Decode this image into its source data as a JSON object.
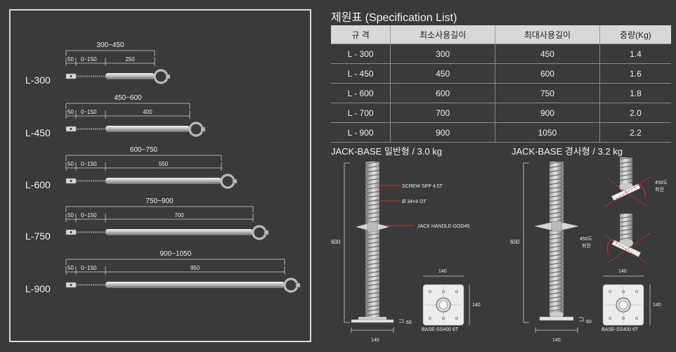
{
  "left_panel": {
    "rows": [
      {
        "model": "L-300",
        "range": "300~450",
        "seg_a": "50",
        "seg_b": "0~150",
        "seg_c": "250"
      },
      {
        "model": "L-450",
        "range": "450~600",
        "seg_a": "50",
        "seg_b": "0~150",
        "seg_c": "400"
      },
      {
        "model": "L-600",
        "range": "600~750",
        "seg_a": "50",
        "seg_b": "0~150",
        "seg_c": "550"
      },
      {
        "model": "L-750",
        "range": "750~900",
        "seg_a": "50",
        "seg_b": "0~150",
        "seg_c": "700"
      },
      {
        "model": "L-900",
        "range": "900~1050",
        "seg_a": "50",
        "seg_b": "0~150",
        "seg_c": "950"
      }
    ]
  },
  "spec": {
    "title": "제원표 (Specification List)",
    "headers": [
      "규  격",
      "최소사용길이",
      "최대사용길이",
      "중량(Kg)"
    ],
    "rows": [
      [
        "L - 300",
        "300",
        "450",
        "1.4"
      ],
      [
        "L - 450",
        "450",
        "600",
        "1.6"
      ],
      [
        "L - 600",
        "600",
        "750",
        "1.8"
      ],
      [
        "L - 700",
        "700",
        "900",
        "2.0"
      ],
      [
        "L - 900",
        "900",
        "1050",
        "2.2"
      ]
    ]
  },
  "jack_general": {
    "title": "JACK-BASE 일반형 / 3.0 kg",
    "label_screw": "SCREW SPP 4.5T",
    "label_dia": "Ø 34×4 OT",
    "label_handle": "JACK HANDLE-GOD45",
    "dim_height": "600",
    "dim_base": "140",
    "dim_plate_w": "140",
    "dim_plate_h": "140",
    "dim_thick": "60",
    "plate_label": "BASE-SS400 6T"
  },
  "jack_incline": {
    "title": "JACK-BASE 경사형 / 3.2 kg",
    "dim_height": "600",
    "dim_base": "140",
    "dim_plate_w": "140",
    "dim_plate_h": "140",
    "dim_thick": "60",
    "plate_label": "BASE-SS400 6T",
    "rot_top_1": "450도",
    "rot_top_2": "회전",
    "rot_bot_1": "450도",
    "rot_bot_2": "회전"
  },
  "colors": {
    "background": "#3a3a3a",
    "header": "#d8d8d8",
    "red_leader": "#e03a3a"
  }
}
